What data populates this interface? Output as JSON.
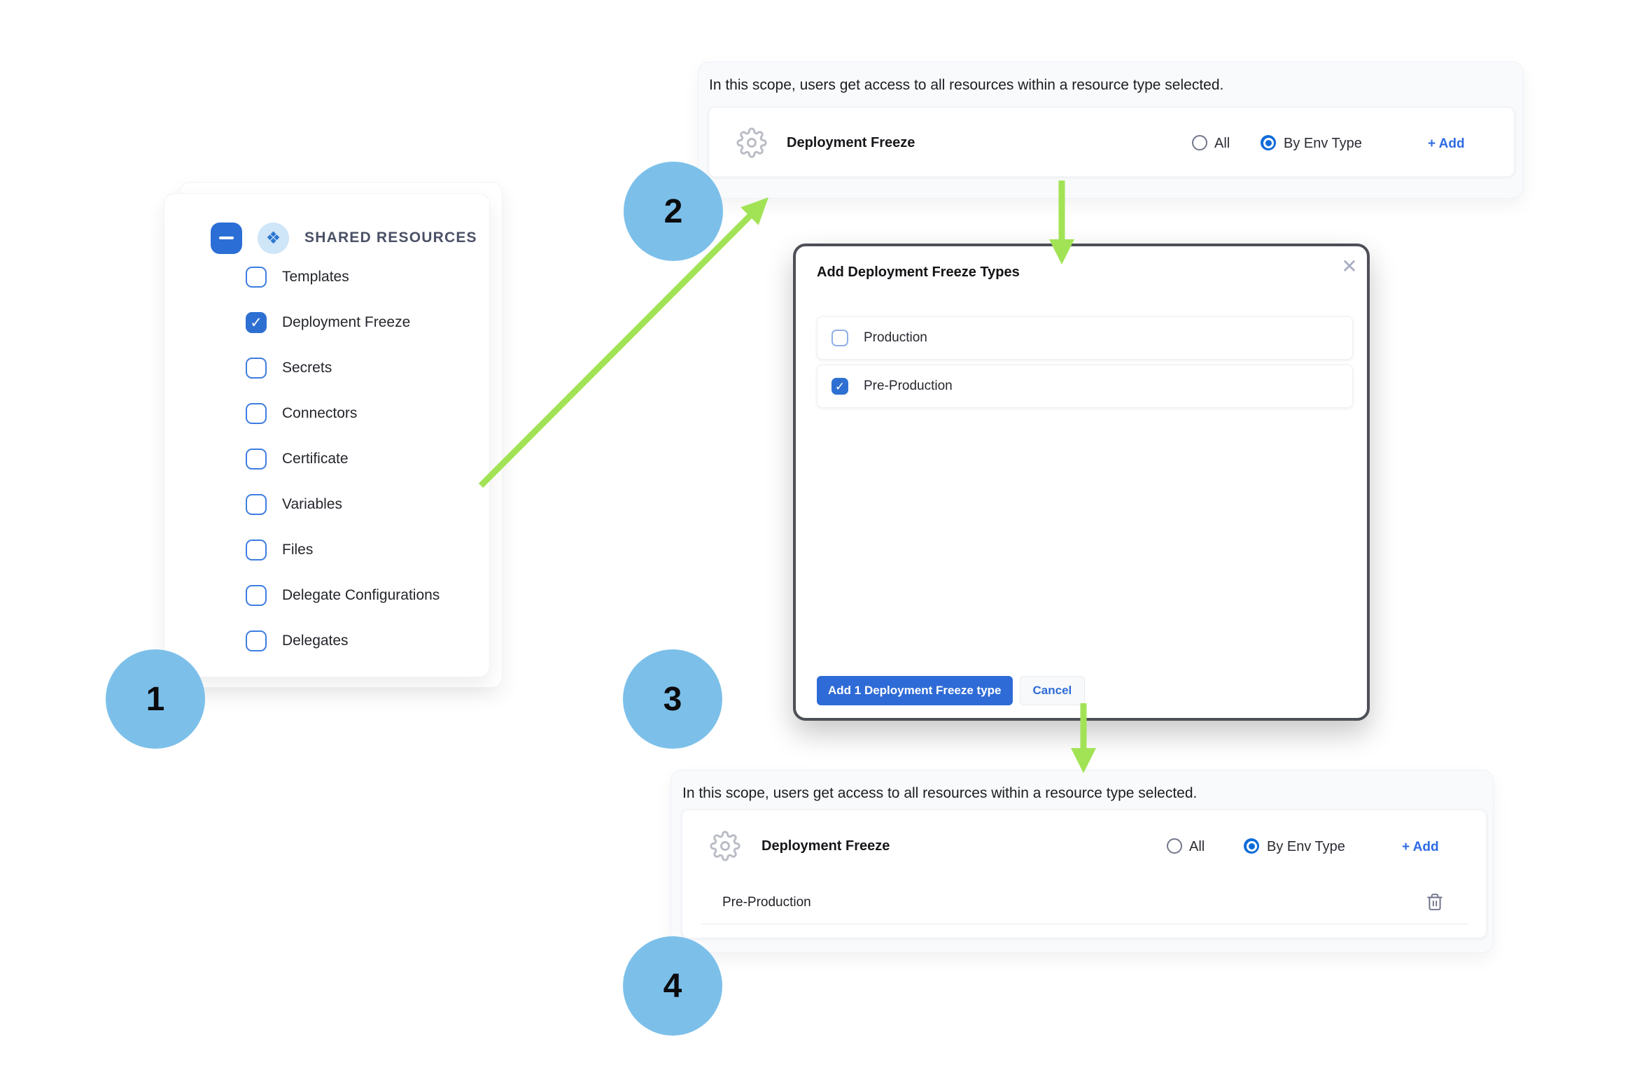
{
  "colors": {
    "accent_blue": "#2e6bd6",
    "link_blue": "#2e6be4",
    "selected_radio_blue": "#0e6bd8",
    "checkbox_blue": "#3e7de1",
    "step_circle_blue": "#7cc0ea",
    "arrow_green": "#a2e356",
    "modal_border": "#4e5058"
  },
  "icons": {
    "shared_resources_glyph": "❖",
    "close_glyph": "✕"
  },
  "steps": [
    {
      "number": "1"
    },
    {
      "number": "2"
    },
    {
      "number": "3"
    },
    {
      "number": "4"
    }
  ],
  "shared_panel": {
    "title": "SHARED RESOURCES",
    "items": [
      {
        "label": "Templates",
        "checked": false
      },
      {
        "label": "Deployment Freeze",
        "checked": true
      },
      {
        "label": "Secrets",
        "checked": false
      },
      {
        "label": "Connectors",
        "checked": false
      },
      {
        "label": "Certificate",
        "checked": false
      },
      {
        "label": "Variables",
        "checked": false
      },
      {
        "label": "Files",
        "checked": false
      },
      {
        "label": "Delegate Configurations",
        "checked": false
      },
      {
        "label": "Delegates",
        "checked": false
      }
    ]
  },
  "scope_panel_top": {
    "description": "In this scope, users get access to all resources within a resource type selected.",
    "resource_label": "Deployment Freeze",
    "radio_all": "All",
    "radio_by_env": "By Env Type",
    "radio_selected": "By Env Type",
    "add_label": "+ Add"
  },
  "modal": {
    "title": "Add Deployment Freeze Types",
    "options": [
      {
        "label": "Production",
        "checked": false
      },
      {
        "label": "Pre-Production",
        "checked": true
      }
    ],
    "primary_button": "Add 1 Deployment Freeze type",
    "cancel_button": "Cancel"
  },
  "scope_panel_bottom": {
    "description": "In this scope, users get access to all resources within a resource type selected.",
    "resource_label": "Deployment Freeze",
    "radio_all": "All",
    "radio_by_env": "By Env Type",
    "radio_selected": "By Env Type",
    "add_label": "+ Add",
    "selected_type": "Pre-Production"
  }
}
